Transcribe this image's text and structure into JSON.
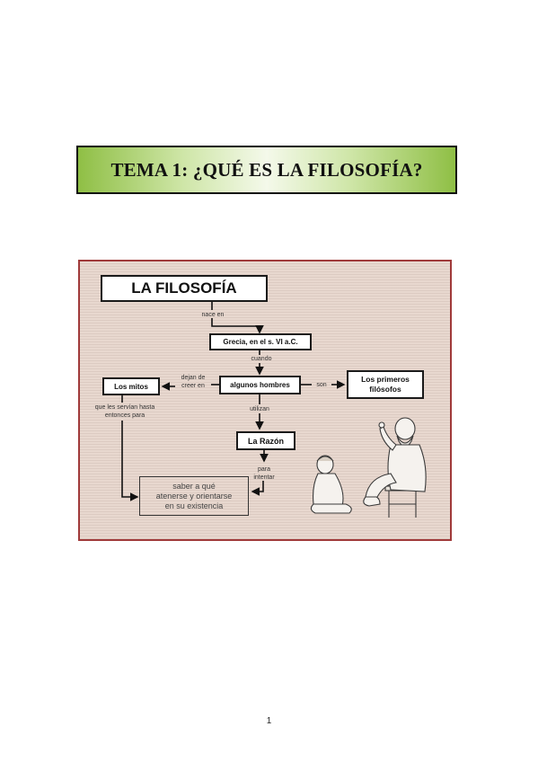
{
  "page": {
    "title": "TEMA 1: ¿QUÉ ES LA FILOSOFÍA?",
    "page_number": "1"
  },
  "concept_map": {
    "root": "LA FILOSOFÍA",
    "nodes": {
      "grecia": "Grecia, en el s. VI a.C.",
      "hombres": "algunos hombres",
      "mitos": "Los mitos",
      "primeros_line1": "Los primeros",
      "primeros_line2": "filósofos",
      "razon": "La Razón",
      "saber_line1": "saber a qué",
      "saber_line2": "atenerse y orientarse",
      "saber_line3": "en su existencia"
    },
    "links": {
      "nace_en": "nace en",
      "cuando": "cuando",
      "dejan_line1": "dejan de",
      "dejan_line2": "creer en",
      "son": "son",
      "que_line1": "que les servían hasta",
      "que_line2": "entonces para",
      "utilizan": "utilizan",
      "para_line1": "para",
      "para_line2": "intentar"
    },
    "colors": {
      "background": "#e8d8cf",
      "frame": "#a03a3a",
      "title_green": "#8fbf45"
    }
  }
}
